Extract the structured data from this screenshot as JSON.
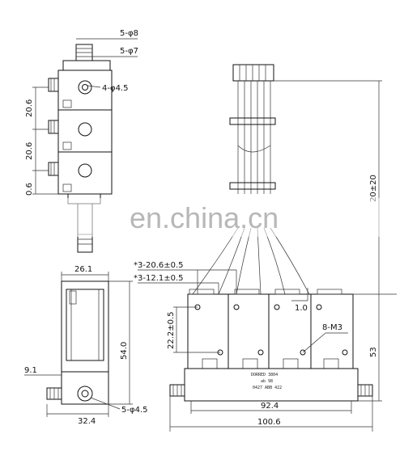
{
  "watermark": "en.china.cn",
  "dims": {
    "d_5phi8": "5-φ8",
    "d_5phi7": "5-φ7",
    "d_4phi45": "4-φ4.5",
    "d_206_a": "20.6",
    "d_206_b": "20.6",
    "d_06": "0.6",
    "d_261": "26.1",
    "d_540": "54.0",
    "d_91": "9.1",
    "d_324": "32.4",
    "d_5phi45": "5-φ4.5",
    "d_3x206": "*3-20.6±0.5",
    "d_3x121": "*3-12.1±0.5",
    "d_222": "22.2±0.5",
    "d_10": "1.0",
    "d_8m3": "8-M3",
    "d_53": "53",
    "d_924": "92.4",
    "d_1006": "100.6",
    "d_20pm20": "20±20"
  },
  "label": {
    "line1": "DORRED 3804",
    "line2": "ab 98",
    "line3": "0427 ABB 422"
  }
}
